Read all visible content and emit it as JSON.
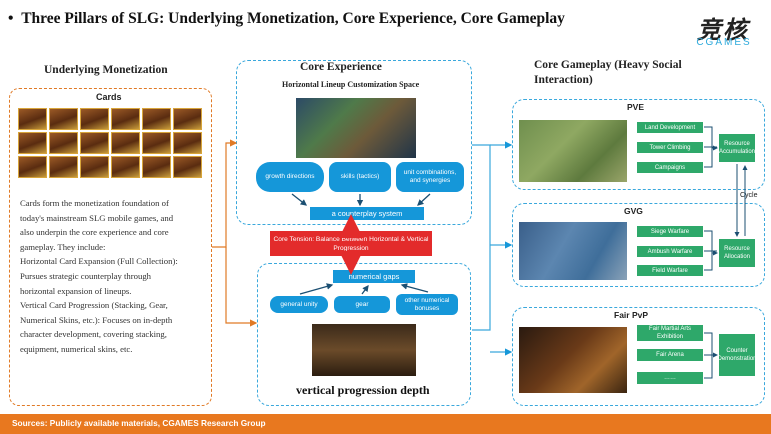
{
  "title": "Three Pillars of SLG: Underlying Monetization, Core Experience, Core Gameplay",
  "bullet": "•",
  "logo": {
    "cn": "竞核",
    "en": "CGAMES"
  },
  "monetization": {
    "heading": "Underlying Monetization",
    "cards_label": "Cards",
    "text_lines": [
      "Cards form the monetization foundation of",
      "today's mainstream SLG mobile games, and",
      "also underpin the core experience and core",
      "gameplay. They include:",
      "Horizontal Card Expansion (Full Collection):",
      "Pursues strategic counterplay through",
      "horizontal expansion of lineups.",
      "Vertical Card Progression (Stacking, Gear,",
      "Numerical Skins, etc.): Focuses on in-depth",
      "character development, covering stacking,",
      "equipment, numerical skins, etc."
    ]
  },
  "experience": {
    "heading": "Core Experience",
    "horizontal_title": "Horizontal Lineup Customization Space",
    "pills": [
      "growth directions",
      "skills (tactics)",
      "unit combinations, and synergies"
    ],
    "counterplay": "a counterplay system",
    "tension": "Core Tension: Balance Between Horizontal & Vertical Progression",
    "numerical_gaps": "numerical gaps",
    "lower_pills": [
      "general unity",
      "gear",
      "other numerical bonuses"
    ],
    "vertical_label": "vertical progression depth"
  },
  "gameplay": {
    "heading_line1": "Core Gameplay (Heavy Social",
    "heading_line2": "Interaction)",
    "cycle": "Cycle",
    "sections": [
      {
        "title": "PVE",
        "items": [
          "Land Development",
          "Tower Climbing",
          "Campaigns"
        ],
        "result": "Resource Accumulation"
      },
      {
        "title": "GVG",
        "items": [
          "Siege Warfare",
          "Ambush Warfare",
          "Field Warfare"
        ],
        "result": "Resource Allocation"
      },
      {
        "title": "Fair PvP",
        "items": [
          "Fair Martial Arts Exhibition",
          "Fair Arena",
          "……"
        ],
        "result": "Counter Demonstration"
      }
    ]
  },
  "footer": "Sources: Publicly available materials, CGAMES Research Group",
  "colors": {
    "accent_orange": "#e8781f",
    "accent_blue": "#1597d9",
    "accent_red": "#e32b2b",
    "accent_green": "#2ea86a"
  }
}
